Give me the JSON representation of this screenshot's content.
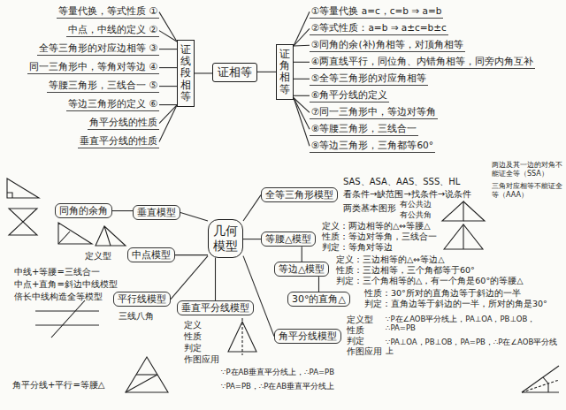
{
  "diagram": {
    "nodes": [
      {
        "text": [
          "证相等"
        ]
      },
      {
        "text": [
          "证线段相等"
        ]
      },
      {
        "text": [
          "证角相等"
        ]
      },
      {
        "text": [
          "等量代换，等式性质 ①"
        ]
      },
      {
        "text": [
          "中点，中线的定义 ②"
        ]
      },
      {
        "text": [
          "全等三角形的对应边相等 ③"
        ]
      },
      {
        "text": [
          "同一三角形中，等角对等边 ④"
        ]
      },
      {
        "text": [
          "等腰三角形，三线合一 ⑤"
        ]
      },
      {
        "text": [
          "等边三角形的定义 ⑥"
        ]
      },
      {
        "text": [
          "角平分线的性质"
        ]
      },
      {
        "text": [
          "垂直平分线的性质"
        ]
      },
      {
        "text": [
          "①等量代换 a=c，c=b ⇒ a=b"
        ]
      },
      {
        "text": [
          "②等式性质：a=b ⇒ a±c=b±c"
        ]
      },
      {
        "text": [
          "③同角的余(补)角相等，对顶角相等"
        ]
      },
      {
        "text": [
          "④两直线平行，同位角、内错角相等，同旁内角互补"
        ]
      },
      {
        "text": [
          "⑤全等三角形的对应角相等"
        ]
      },
      {
        "text": [
          "⑥角平分线的定义"
        ]
      },
      {
        "text": [
          "⑦同一三角形中，等边对等角"
        ]
      },
      {
        "text": [
          "⑧等腰三角形，三线合一"
        ]
      },
      {
        "text": [
          "⑨等边三角形，三角都等60°"
        ]
      },
      {
        "text": [
          "几何模型"
        ]
      },
      {
        "text": [
          "全等三角形模型"
        ]
      },
      {
        "text": [
          "等腰△模型"
        ]
      },
      {
        "text": [
          "等边△模型"
        ]
      },
      {
        "text": [
          "30°的直角△"
        ]
      },
      {
        "text": [
          "角平分线模型"
        ]
      },
      {
        "text": [
          "垂直平分线模型"
        ]
      },
      {
        "text": [
          "平行线模型"
        ]
      },
      {
        "text": [
          "中点模型"
        ]
      },
      {
        "text": [
          "垂直模型"
        ]
      },
      {
        "text": [
          "同角的余角"
        ]
      }
    ],
    "edges": [
      {
        "from": 0,
        "to": 1,
        "arrow": "none"
      },
      {
        "from": 0,
        "to": 2,
        "arrow": "none"
      },
      {
        "from": 1,
        "to": 3,
        "arrow": "none"
      },
      {
        "from": 1,
        "to": 4,
        "arrow": "none"
      },
      {
        "from": 1,
        "to": 5,
        "arrow": "none"
      },
      {
        "from": 1,
        "to": 6,
        "arrow": "none"
      },
      {
        "from": 1,
        "to": 7,
        "arrow": "none"
      },
      {
        "from": 1,
        "to": 8,
        "arrow": "none"
      },
      {
        "from": 1,
        "to": 9,
        "arrow": "none"
      },
      {
        "from": 1,
        "to": 10,
        "arrow": "none"
      },
      {
        "from": 2,
        "to": 11,
        "arrow": "none"
      },
      {
        "from": 2,
        "to": 12,
        "arrow": "none"
      },
      {
        "from": 2,
        "to": 13,
        "arrow": "none"
      },
      {
        "from": 2,
        "to": 14,
        "arrow": "none"
      },
      {
        "from": 2,
        "to": 15,
        "arrow": "none"
      },
      {
        "from": 2,
        "to": 16,
        "arrow": "none"
      },
      {
        "from": 2,
        "to": 17,
        "arrow": "none"
      },
      {
        "from": 2,
        "to": 18,
        "arrow": "none"
      },
      {
        "from": 2,
        "to": 19,
        "arrow": "none"
      },
      {
        "from": 20,
        "to": 21,
        "arrow": "none"
      },
      {
        "from": 20,
        "to": 22,
        "arrow": "none"
      },
      {
        "from": 22,
        "to": 23,
        "arrow": "none"
      },
      {
        "from": 23,
        "to": 24,
        "arrow": "none"
      },
      {
        "from": 20,
        "to": 25,
        "arrow": "none"
      },
      {
        "from": 20,
        "to": 26,
        "arrow": "none"
      },
      {
        "from": 20,
        "to": 27,
        "arrow": "none"
      },
      {
        "from": 20,
        "to": 28,
        "arrow": "none"
      },
      {
        "from": 20,
        "to": 29,
        "arrow": "none"
      },
      {
        "from": 29,
        "to": 30,
        "arrow": "none"
      }
    ],
    "labels": [
      "SAS、ASA、AAS、SSS、HL",
      "看条件→缺范围→找条件→说条件",
      "两类基本图形",
      "有公共边",
      "有公共角",
      "两边及其一边的对角不能证全等（SSA）",
      "三角对应相等不能证全等（AAA）",
      "定义：两边相等的△⇔等腰△",
      "性质：等边对等角，三线合一",
      "判定：等角对等边",
      "定义：三边相等的△⇔等边△",
      "性质：三边相等，三个角都等于60°",
      "判定：三个角相等的△，有一个角是60°的等腰△",
      "性质：30°所对的直角边等于斜边的一半",
      "判定：直角边等于斜边的一半，所对的角是30°",
      "定义型",
      "性质",
      "判定",
      "作图应用",
      "∵P在∠AOB平分线上，PA⊥OA，PB⊥OB，∴PA=PB",
      "∵PA⊥OA，PB⊥OB，PA=PB，∴P在∠AOB平分线上",
      "定义",
      "性质",
      "判定",
      "作图应用",
      "∵P在AB垂直平分线上，∴PA=PB",
      "∵PA=PB，∴P在AB垂直平分线上",
      "三线八角",
      "角平分线+平行=等腰△",
      "定义型",
      "中线+等腰=三线合一",
      "中点+直角=斜边中线模型",
      "倍长中线构造全等模型"
    ]
  }
}
